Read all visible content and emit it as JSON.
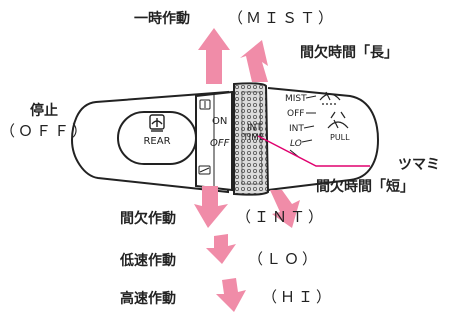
{
  "labels": {
    "mist_action": "一時作動",
    "mist_mode": "（ＭＩＳＴ）",
    "int_long": "間欠時間「長」",
    "off_action": "停止",
    "off_mode": "（ＯＦＦ）",
    "knob": "ツマミ",
    "int_short": "間欠時間「短」",
    "int_action": "間欠作動",
    "int_mode": "（ＩＮＴ）",
    "lo_action": "低速作動",
    "lo_mode": "（ＬＯ）",
    "hi_action": "高速作動",
    "hi_mode": "（ＨＩ）"
  },
  "lever": {
    "rear_label": "REAR",
    "rear_on": "ON",
    "rear_off": "OFF",
    "knob_int": "INT",
    "knob_time": "TIME",
    "front_mist": "MIST",
    "front_off": "OFF",
    "front_int": "INT",
    "front_lo": "LO",
    "pull": "PULL"
  },
  "colors": {
    "arrow_pink": "#f08ca8",
    "leader_line": "#e0006e",
    "outline": "#222222",
    "knob_fill": "#dcdcdc"
  }
}
